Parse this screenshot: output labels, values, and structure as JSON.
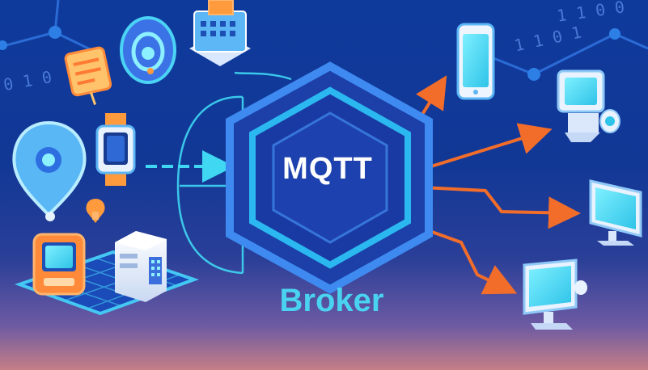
{
  "center_label": "MQTT",
  "caption_label": "Broker",
  "binary_top_right": "1 1 0 0",
  "binary_right": "1 1 0 1",
  "binary_left": "0 1 0",
  "colors": {
    "hex_outer": "#3e8af0",
    "hex_ring": "#2bb8f0",
    "hex_core": "#1a3aa3",
    "inbound_arrow": "#3fd7f2",
    "outbound_arrow": "#f26d2a",
    "caption": "#4ad3f0"
  },
  "icons": [
    "network-node-icon",
    "tag-icon",
    "location-pin-icon",
    "fingerprint-lock-icon",
    "smart-home-icon",
    "smartwatch-icon",
    "location-marker-icon",
    "thermostat-icon",
    "server-icon",
    "smartphone-icon",
    "security-camera-icon",
    "desktop-monitor-icon"
  ]
}
